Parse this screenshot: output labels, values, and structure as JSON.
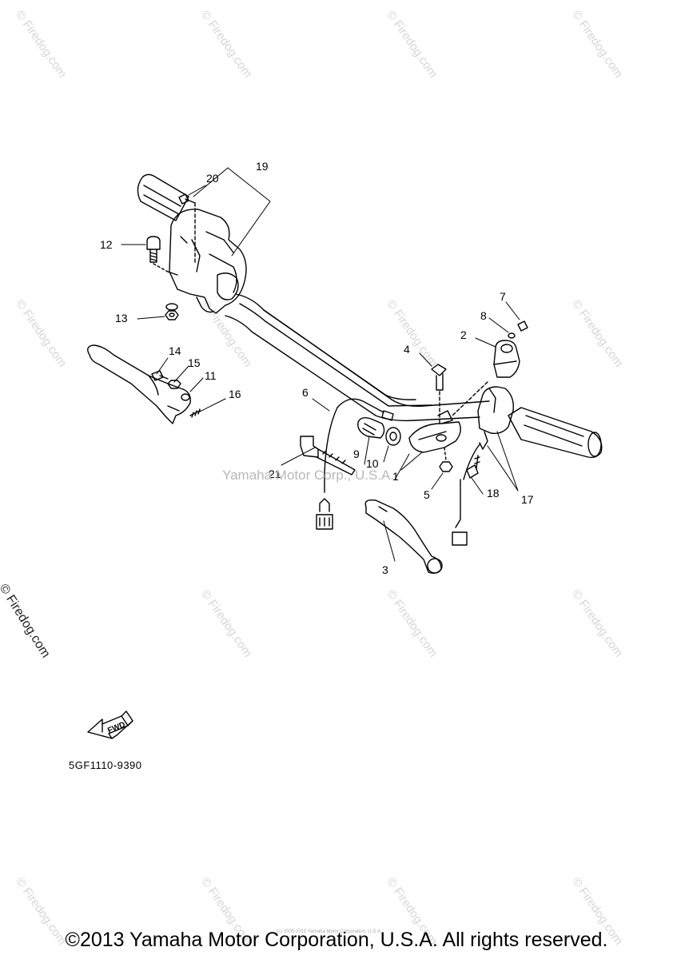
{
  "watermark_text": "© Firedog.com",
  "center_watermark": "Yamaha Motor Corp., U.S.A.",
  "side_mark": "© Firedog.com",
  "diagram_code": "5GF1110-9390",
  "fwd_label": "FWD",
  "tiny_note": "(c) 2005-2015 Yamaha Motor Corporation, U.S.A.",
  "copyright": "©2013 Yamaha Motor Corporation, U.S.A. All rights reserved.",
  "part_labels": {
    "p1": "1",
    "p2": "2",
    "p3": "3",
    "p4": "4",
    "p5": "5",
    "p6": "6",
    "p7": "7",
    "p8": "8",
    "p9": "9",
    "p10": "10",
    "p11": "11",
    "p12": "12",
    "p13": "13",
    "p14": "14",
    "p15": "15",
    "p16": "16",
    "p17": "17",
    "p18": "18",
    "p19": "19",
    "p20": "20",
    "p21": "21"
  }
}
